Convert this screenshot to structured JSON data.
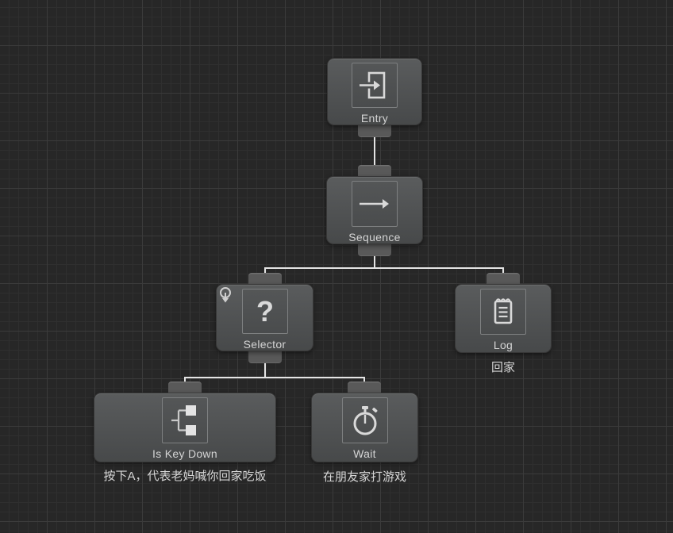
{
  "editor": {
    "type": "behavior-tree-graph",
    "background_color": "#272727",
    "grid_minor_color": "#2f2f2f",
    "grid_major_color": "#3b3b3b",
    "node_color_top": "#5a5c5d",
    "node_color_bottom": "#47494a",
    "connection_color": "#e4e4e4",
    "label_color": "#d4d4d4"
  },
  "nodes": [
    {
      "id": "entry",
      "label": "Entry",
      "icon": "entry-arrow-icon"
    },
    {
      "id": "sequence",
      "label": "Sequence",
      "icon": "sequence-arrow-icon"
    },
    {
      "id": "selector",
      "label": "Selector",
      "icon": "question-mark-icon",
      "badge": "abort-restart-icon"
    },
    {
      "id": "log",
      "label": "Log",
      "icon": "notepad-icon",
      "comment": "回家"
    },
    {
      "id": "iskeydown",
      "label": "Is Key Down",
      "icon": "branch-icon",
      "comment": "按下A，代表老妈喊你回家吃饭"
    },
    {
      "id": "wait",
      "label": "Wait",
      "icon": "stopwatch-icon",
      "comment": "在朋友家打游戏"
    }
  ],
  "connections": [
    {
      "from": "entry",
      "to": "sequence"
    },
    {
      "from": "sequence",
      "to": "selector"
    },
    {
      "from": "sequence",
      "to": "log"
    },
    {
      "from": "selector",
      "to": "iskeydown"
    },
    {
      "from": "selector",
      "to": "wait"
    }
  ]
}
